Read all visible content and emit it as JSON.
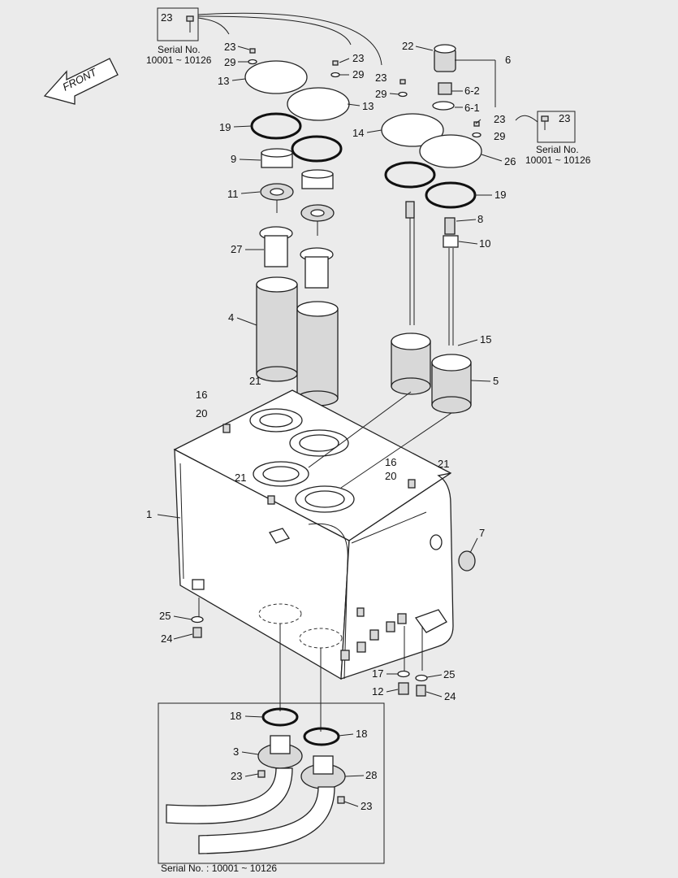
{
  "direction_label": "FRONT",
  "serial_notes": {
    "top_left_callout": "23",
    "top_left_line1": "Serial No.",
    "top_left_line2": "10001 ~ 10126",
    "top_right_callout": "23",
    "top_right_line1": "Serial No.",
    "top_right_line2": "10001 ~ 10126",
    "bottom_box": "Serial No. : 10001 ~ 10126"
  },
  "callouts": {
    "c23a": "23",
    "c29a": "29",
    "c13a": "13",
    "c23b": "23",
    "c29b": "29",
    "c13b": "13",
    "c23c": "23",
    "c29c": "29",
    "c14": "14",
    "c22": "22",
    "c6": "6",
    "c6_2": "6-2",
    "c6_1": "6-1",
    "c23d": "23",
    "c29d": "29",
    "c26": "26",
    "c19a": "19",
    "c19b": "19",
    "c9": "9",
    "c11": "11",
    "c8": "8",
    "c10": "10",
    "c27": "27",
    "c4": "4",
    "c15": "15",
    "c5": "5",
    "c21a": "21",
    "c16a": "16",
    "c20a": "20",
    "c21b": "21",
    "c16b": "16",
    "c21c": "21",
    "c20b": "20",
    "c1": "1",
    "c7": "7",
    "c25a": "25",
    "c24a": "24",
    "c17": "17",
    "c25b": "25",
    "c12": "12",
    "c24b": "24",
    "c18a": "18",
    "c18b": "18",
    "c3": "3",
    "c28": "28",
    "c23e": "23",
    "c23f": "23"
  }
}
